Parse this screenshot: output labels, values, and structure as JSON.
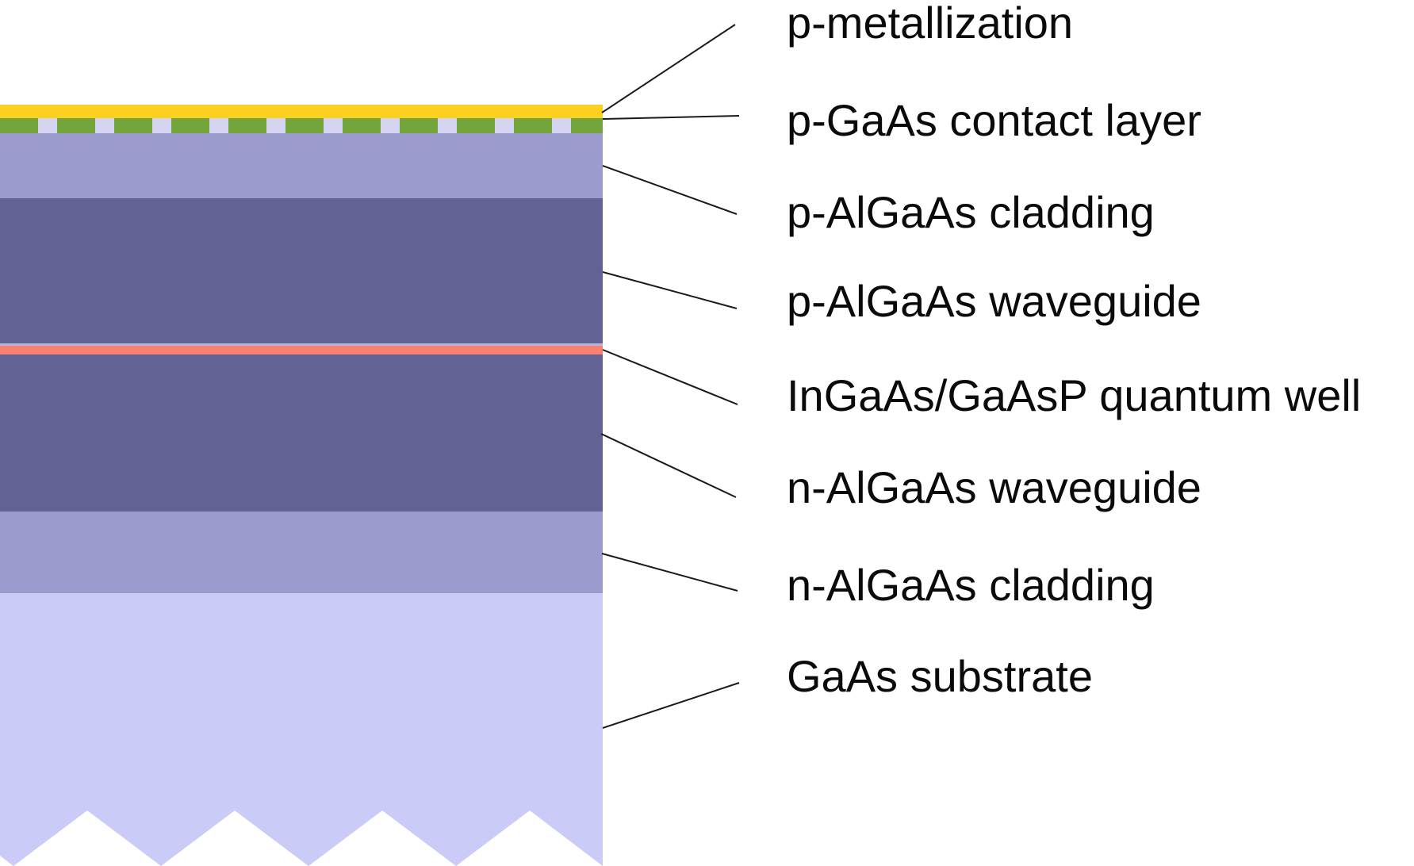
{
  "diagram": {
    "type": "semiconductor-laser-epitaxial-layer-structure",
    "background_color": "#ffffff",
    "leader_line_color": "#1a1a1a",
    "text_color": "#0a0a0a",
    "layers": [
      {
        "name": "p-metallization",
        "label": "p-metallization",
        "color": "#fcd01e"
      },
      {
        "name": "p-gaas-contact",
        "label": "p-GaAs contact layer",
        "color": "#73a43c",
        "gap_color": "#d5d5f2",
        "pattern": "dashed"
      },
      {
        "name": "p-algaas-cladding",
        "label": "p-AlGaAs cladding",
        "color": "#9b9bcd"
      },
      {
        "name": "p-algaas-waveguide",
        "label": "p-AlGaAs waveguide",
        "color": "#626295"
      },
      {
        "name": "ingaas-gaasp-quantum-well",
        "label": "InGaAs/GaAsP quantum well",
        "color": "#fa8170"
      },
      {
        "name": "n-algaas-waveguide",
        "label": "n-AlGaAs waveguide",
        "color": "#626295"
      },
      {
        "name": "n-algaas-cladding",
        "label": "n-AlGaAs cladding",
        "color": "#9b9bcd"
      },
      {
        "name": "gaas-substrate",
        "label": "GaAs substrate",
        "color": "#cbcbf7",
        "edge": "jagged-bottom"
      }
    ]
  }
}
